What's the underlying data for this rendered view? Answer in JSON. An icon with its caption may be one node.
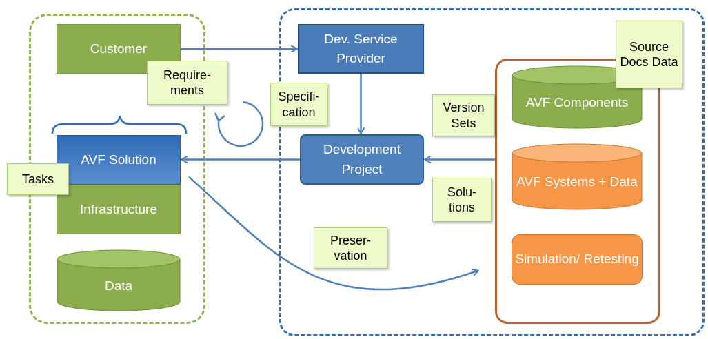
{
  "diagram": {
    "nodes": [
      {
        "text": [],
        "shape": "box"
      },
      {
        "text": [
          "Customer"
        ],
        "in": 0
      },
      {
        "text": [
          "Require- ments"
        ]
      },
      {
        "text": [
          "AVF Solution"
        ],
        "in": 0
      },
      {
        "text": [
          "Infrastructure"
        ],
        "in": 0
      },
      {
        "text": [
          "Tasks"
        ]
      },
      {
        "text": [
          "Data"
        ],
        "in": 0
      },
      {
        "text": [],
        "shape": "box"
      },
      {
        "text": [
          "Dev. Service Provider"
        ],
        "in": 7
      },
      {
        "text": [
          "Specifi- cation"
        ],
        "in": 7
      },
      {
        "text": [
          "Development Project"
        ],
        "in": 7
      },
      {
        "text": [],
        "shape": "box",
        "in": 7
      },
      {
        "text": [
          "AVF Components"
        ],
        "in": 11
      },
      {
        "text": [
          "AVF Systems + Data"
        ],
        "in": 11
      },
      {
        "text": [
          "Simulation/ Retesting"
        ],
        "in": 11
      },
      {
        "text": [
          "Source Docs Data"
        ],
        "in": 7
      },
      {
        "text": [
          "Version Sets"
        ],
        "in": 7
      },
      {
        "text": [
          "Solu- tions"
        ],
        "in": 7
      },
      {
        "text": [
          "Preser- vation"
        ],
        "in": 7
      }
    ],
    "edges": [
      {
        "from": 1,
        "to": 8,
        "arrow": "to"
      },
      {
        "from": 8,
        "to": 10,
        "arrow": "to"
      },
      {
        "from": 11,
        "to": 10,
        "arrow": "to"
      },
      {
        "from": 10,
        "to": 3,
        "arrow": "to"
      },
      {
        "from": 3,
        "to": 11,
        "arrow": "to"
      }
    ]
  }
}
